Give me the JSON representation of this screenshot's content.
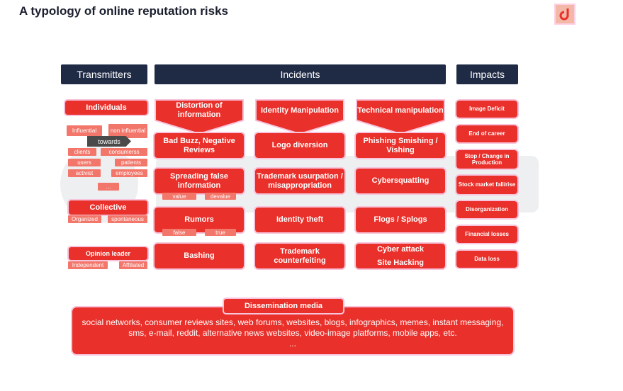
{
  "title": "A typology of online reputation risks",
  "headers": {
    "transmitters": "Transmitters",
    "incidents": "Incidents",
    "impacts": "Impacts"
  },
  "transmitters": {
    "individuals": {
      "label": "Individuals",
      "tags": [
        "Influential",
        "non influential"
      ],
      "towards": "towards",
      "targets": [
        "clients",
        "consumerss",
        "users",
        "patients",
        "activist",
        "employees",
        "..."
      ]
    },
    "collective": {
      "label": "Collective",
      "tags": [
        "Organized",
        "spontaneous"
      ]
    },
    "opinion_leader": {
      "label": "Opinion leader",
      "tags": [
        "Independent",
        "Affiliated"
      ]
    }
  },
  "incidents": {
    "col1": {
      "header": "Distortion of information",
      "items": [
        "Bad Buzz, Negative Reviews",
        "Spreading false information",
        "Rumors",
        "Bashing"
      ],
      "sub_spreading": [
        "value",
        "devalue"
      ],
      "sub_rumors": [
        "false",
        "true"
      ]
    },
    "col2": {
      "header": "Identity Manipulation",
      "items": [
        "Logo diversion",
        "Trademark usurpation / misappropriation",
        "Identity theft",
        "Trademark counterfeiting"
      ]
    },
    "col3": {
      "header": "Technical manipulation",
      "items": [
        "Phishing Smishing / Vishing",
        "Cybersquatting",
        "Flogs / Splogs"
      ],
      "cyber": [
        "Cyber attack",
        "Site Hacking"
      ]
    }
  },
  "impacts": [
    "Image Deficit",
    "End of career",
    "Stop / Change in Production",
    "Stock market fall/rise",
    "Disorganization",
    "Financial losses",
    "Data loss"
  ],
  "media": {
    "label": "Dissemination media",
    "text": "social networks, consumer reviews sites, web forums, websites, blogs, infographics, memes, instant messaging, sms, e-mail, reddit, alternative news websites, video-image platforms, mobile apps, etc.",
    "ellipsis": "..."
  },
  "colors": {
    "accent": "#e9302a",
    "header_bg": "#1f2a44",
    "tag_bg": "#f2766a",
    "outline": "#f7c4dc"
  },
  "icons": {
    "logo": "brand-logo-icon"
  }
}
